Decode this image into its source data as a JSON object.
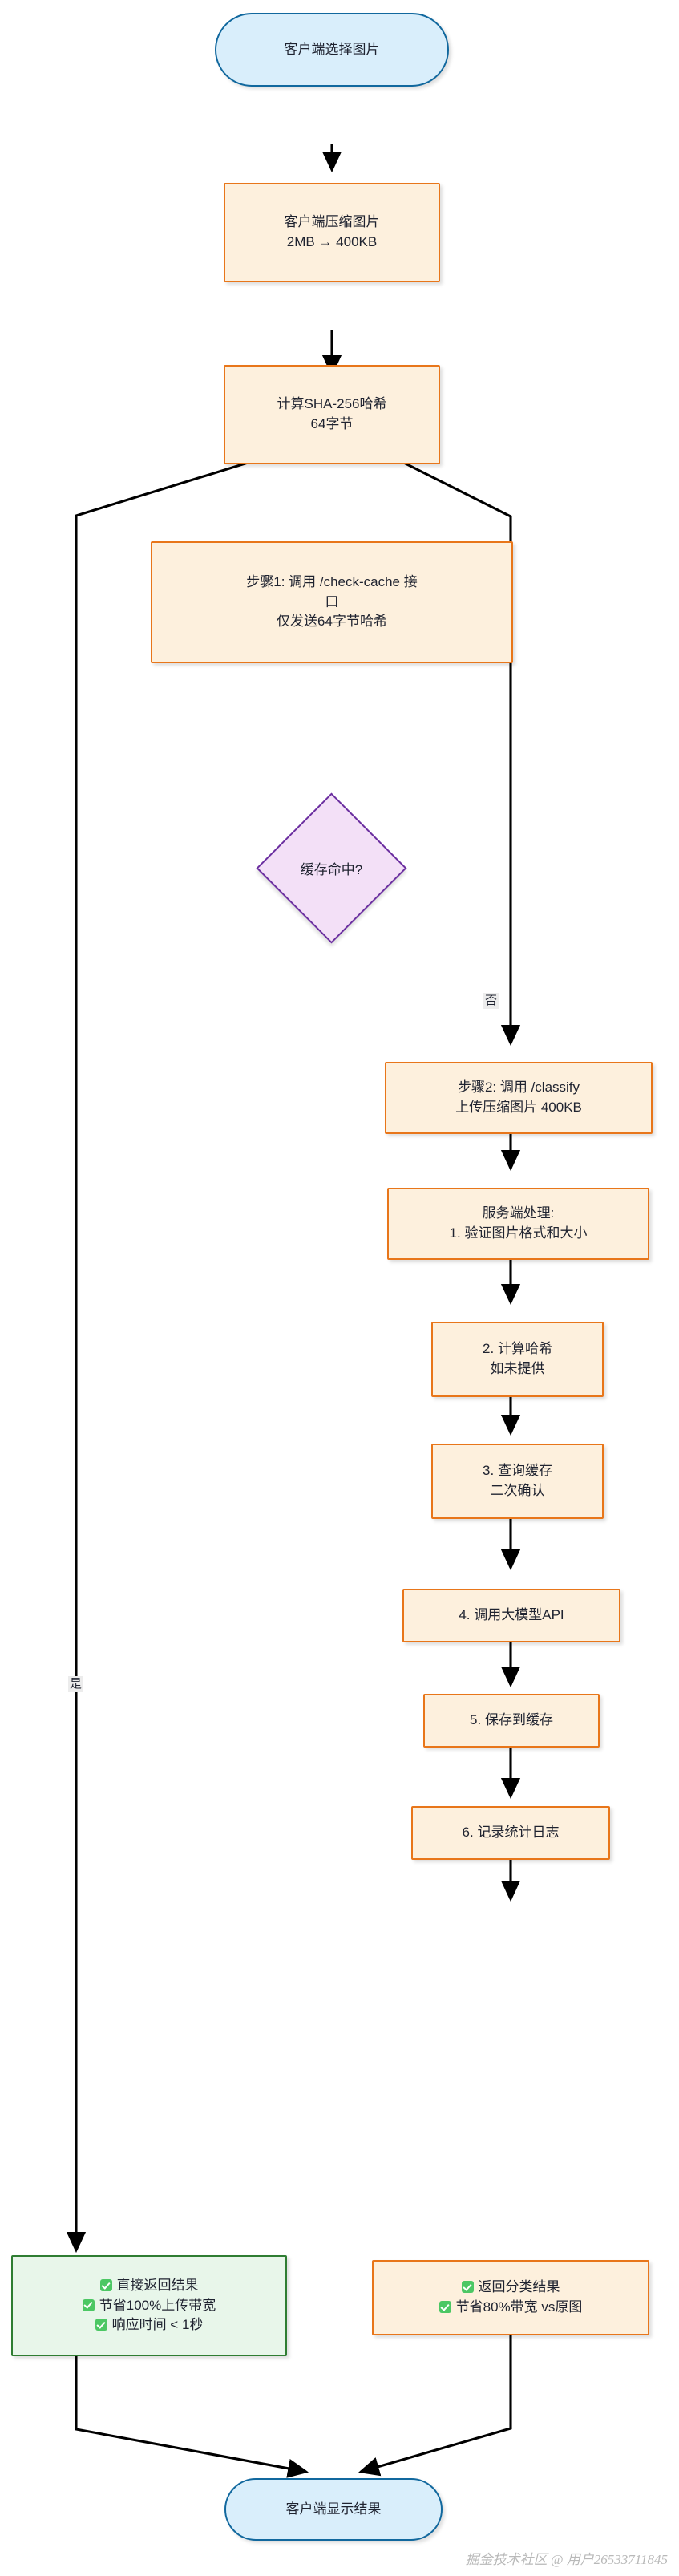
{
  "diagram": {
    "type": "flowchart",
    "direction": "top-down",
    "watermark": "掘金技术社区 @ 用户26533711845",
    "colors": {
      "terminal_fill": "#d9eefb",
      "terminal_border": "#11689e",
      "process_fill": "#fdf0dd",
      "process_border": "#e8761a",
      "decision_fill": "#f3e0f7",
      "decision_border": "#6b2fa0",
      "success_fill": "#e8f6ea",
      "success_border": "#2f7d32",
      "edge": "#000000",
      "check_badge": "#4cc764"
    },
    "nodes": {
      "start": {
        "shape": "stadium",
        "lines": [
          "客户端选择图片"
        ]
      },
      "compress": {
        "shape": "rect",
        "lines": [
          "客户端压缩图片",
          "2MB → 400KB"
        ]
      },
      "hash": {
        "shape": "rect",
        "lines": [
          "计算SHA-256哈希",
          "64字节"
        ]
      },
      "check_cache": {
        "shape": "rect",
        "lines": [
          "步骤1: 调用 /check-cache 接",
          "口",
          "仅发送64字节哈希"
        ]
      },
      "decision": {
        "shape": "diamond",
        "lines": [
          "缓存命中?"
        ]
      },
      "classify": {
        "shape": "rect",
        "lines": [
          "步骤2: 调用 /classify",
          "上传压缩图片 400KB"
        ]
      },
      "server": {
        "shape": "rect",
        "lines": [
          "服务端处理:",
          "1. 验证图片格式和大小"
        ]
      },
      "step2": {
        "shape": "rect",
        "lines": [
          "2. 计算哈希",
          "如未提供"
        ]
      },
      "step3": {
        "shape": "rect",
        "lines": [
          "3. 查询缓存",
          "二次确认"
        ]
      },
      "step4": {
        "shape": "rect",
        "lines": [
          "4. 调用大模型API"
        ]
      },
      "step5": {
        "shape": "rect",
        "lines": [
          "5. 保存到缓存"
        ]
      },
      "step6": {
        "shape": "rect",
        "lines": [
          "6. 记录统计日志"
        ]
      },
      "hit_result": {
        "shape": "rect",
        "lines": [
          "直接返回结果",
          "节省100%上传带宽",
          "响应时间 < 1秒"
        ]
      },
      "miss_result": {
        "shape": "rect",
        "lines": [
          "返回分类结果",
          "节省80%带宽 vs原图"
        ]
      },
      "end": {
        "shape": "stadium",
        "lines": [
          "客户端显示结果"
        ]
      }
    },
    "edge_labels": {
      "yes": "是",
      "no": "否"
    },
    "edges": [
      {
        "from": "start",
        "to": "compress",
        "label": ""
      },
      {
        "from": "compress",
        "to": "hash",
        "label": ""
      },
      {
        "from": "hash",
        "to": "check_cache",
        "label": ""
      },
      {
        "from": "check_cache",
        "to": "decision",
        "label": ""
      },
      {
        "from": "decision",
        "to": "hit_result",
        "label": "是"
      },
      {
        "from": "decision",
        "to": "classify",
        "label": "否"
      },
      {
        "from": "classify",
        "to": "server",
        "label": ""
      },
      {
        "from": "server",
        "to": "step2",
        "label": ""
      },
      {
        "from": "step2",
        "to": "step3",
        "label": ""
      },
      {
        "from": "step3",
        "to": "step4",
        "label": ""
      },
      {
        "from": "step4",
        "to": "step5",
        "label": ""
      },
      {
        "from": "step5",
        "to": "step6",
        "label": ""
      },
      {
        "from": "step6",
        "to": "miss_result",
        "label": ""
      },
      {
        "from": "hit_result",
        "to": "end",
        "label": ""
      },
      {
        "from": "miss_result",
        "to": "end",
        "label": ""
      }
    ]
  }
}
